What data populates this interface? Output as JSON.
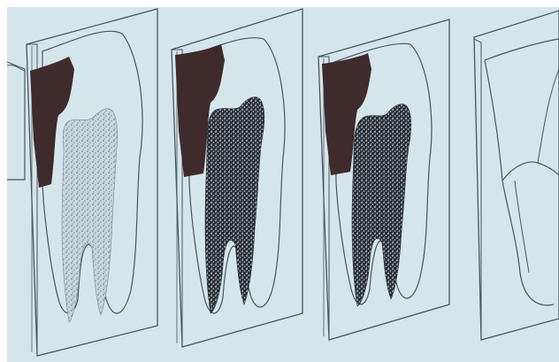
{
  "colors": {
    "background": "#d4e6ea",
    "line": "#4a5560",
    "amalgam": "#3f2a2c",
    "pulp_light": "#b9c9cd",
    "pulp_dark": "#2b3036"
  },
  "panels": [
    {
      "name": "panel-1",
      "pulp_shade": "light",
      "has_restoration": true
    },
    {
      "name": "panel-2",
      "pulp_shade": "dark",
      "has_restoration": true
    },
    {
      "name": "panel-3",
      "pulp_shade": "dark",
      "has_restoration": true
    },
    {
      "name": "panel-4",
      "pulp_shade": "none",
      "has_restoration": false
    }
  ]
}
